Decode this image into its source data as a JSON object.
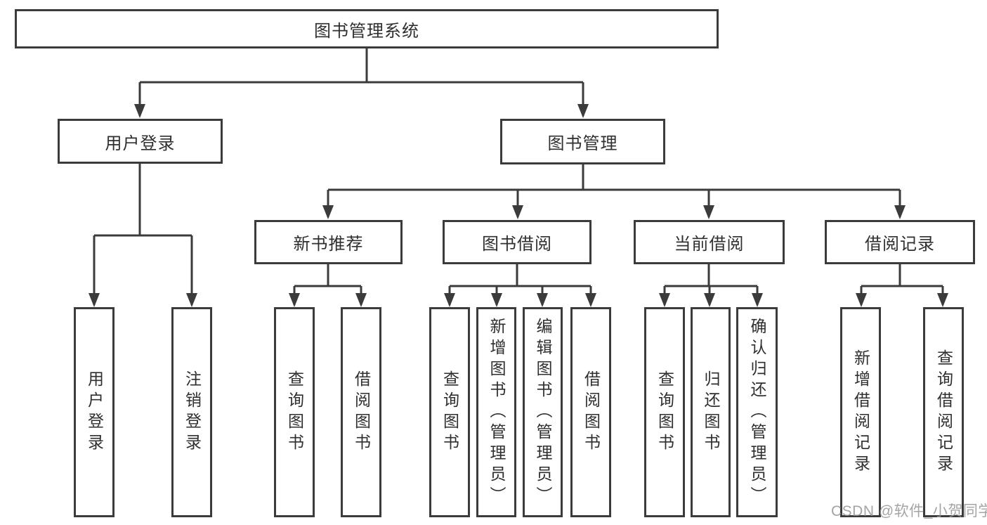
{
  "diagram": {
    "title": "图书管理系统",
    "root": {
      "label": "图书管理系统"
    },
    "branches": [
      {
        "label": "用户登录",
        "children": [
          {
            "label": "用户登录"
          },
          {
            "label": "注销登录"
          }
        ]
      },
      {
        "label": "图书管理",
        "children": [
          {
            "label": "新书推荐",
            "children": [
              {
                "label": "查询图书"
              },
              {
                "label": "借阅图书"
              }
            ]
          },
          {
            "label": "图书借阅",
            "children": [
              {
                "label": "查询图书"
              },
              {
                "label": "新增图书（管理员）"
              },
              {
                "label": "编辑图书（管理员）"
              },
              {
                "label": "借阅图书"
              }
            ]
          },
          {
            "label": "当前借阅",
            "children": [
              {
                "label": "查询图书"
              },
              {
                "label": "归还图书"
              },
              {
                "label": "确认归还（管理员）"
              }
            ]
          },
          {
            "label": "借阅记录",
            "children": [
              {
                "label": "新增借阅记录"
              },
              {
                "label": "查询借阅记录"
              }
            ]
          }
        ]
      }
    ]
  },
  "watermark": {
    "text": "CSDN @软件_小贺同学"
  },
  "colors": {
    "line": "#3b3b3b",
    "border": "#3b3b3b",
    "text": "#2f2f2f",
    "watermark": "#949494",
    "background": "#ffffff"
  }
}
